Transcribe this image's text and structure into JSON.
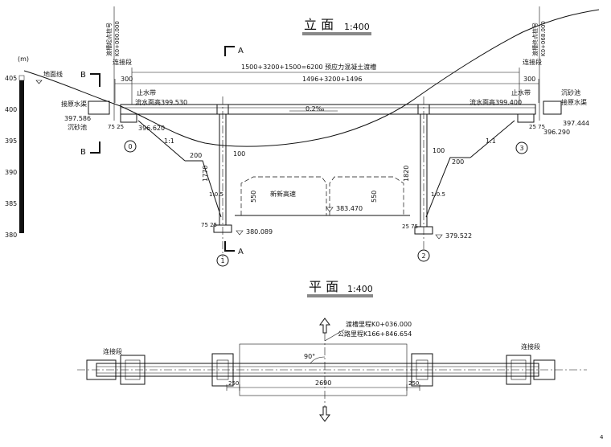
{
  "elevation": {
    "title": "立 面",
    "scale": "1:400",
    "unit_mark": "(m)",
    "ground_line": "地面线",
    "section_a": "A",
    "section_b": "B",
    "dims": {
      "span_total": "1500+3200+1500=6200 预应力混凝土渡槽",
      "span_inner": "1496+3200+1496",
      "end_left": "300",
      "end_right": "300",
      "pier1_h": "1770",
      "pier2_h": "1820",
      "offset_200a": "200",
      "offset_200b": "200",
      "offset_100a": "100",
      "offset_100b": "100",
      "channel_h1": "550",
      "channel_h2": "550",
      "d75_25": "75 25",
      "d25_75": "25 75"
    },
    "labels": {
      "stake_left": "K0+000.000",
      "stake_left_cap": "渡槽起点桩号",
      "stake_right": "K0+068.000",
      "stake_right_cap": "渡槽终点桩号",
      "conn_left": "连接段",
      "conn_right": "连接段",
      "stop_left": "止水带",
      "stop_right": "止水带",
      "water_left": "流水面高399.530",
      "water_right": "流水面高399.400",
      "slope_mid": "0.2‰",
      "orig_left": "接原水渠",
      "orig_right": "接原水渠",
      "elev_l1": "397.586",
      "elev_l2": "396.620",
      "elev_r1": "397.444",
      "elev_r2": "396.290",
      "sand_left": "沉砂池",
      "sand_right": "沉砂池",
      "slope_11a": "1:1",
      "slope_11b": "1:1",
      "slope_105a": "1:0.5",
      "slope_105b": "1:0.5",
      "highway": "新新高速",
      "road_elev": "383.470",
      "pier1_base": "380.089",
      "pier2_base": "379.522",
      "axis0": "0",
      "axis1": "1",
      "axis2": "2",
      "axis3": "3"
    },
    "ruler_ticks": [
      "405",
      "400",
      "395",
      "390",
      "385",
      "380"
    ]
  },
  "plan": {
    "title": "平 面",
    "scale": "1:400",
    "conn_left": "连接段",
    "conn_right": "连接段",
    "stake1": "渡槽里程K0+036.000",
    "stake2": "公路里程K166+846.654",
    "angle": "90°",
    "dim_left": "250",
    "dim_mid": "2690",
    "dim_right": "250"
  },
  "page_mark": "4"
}
